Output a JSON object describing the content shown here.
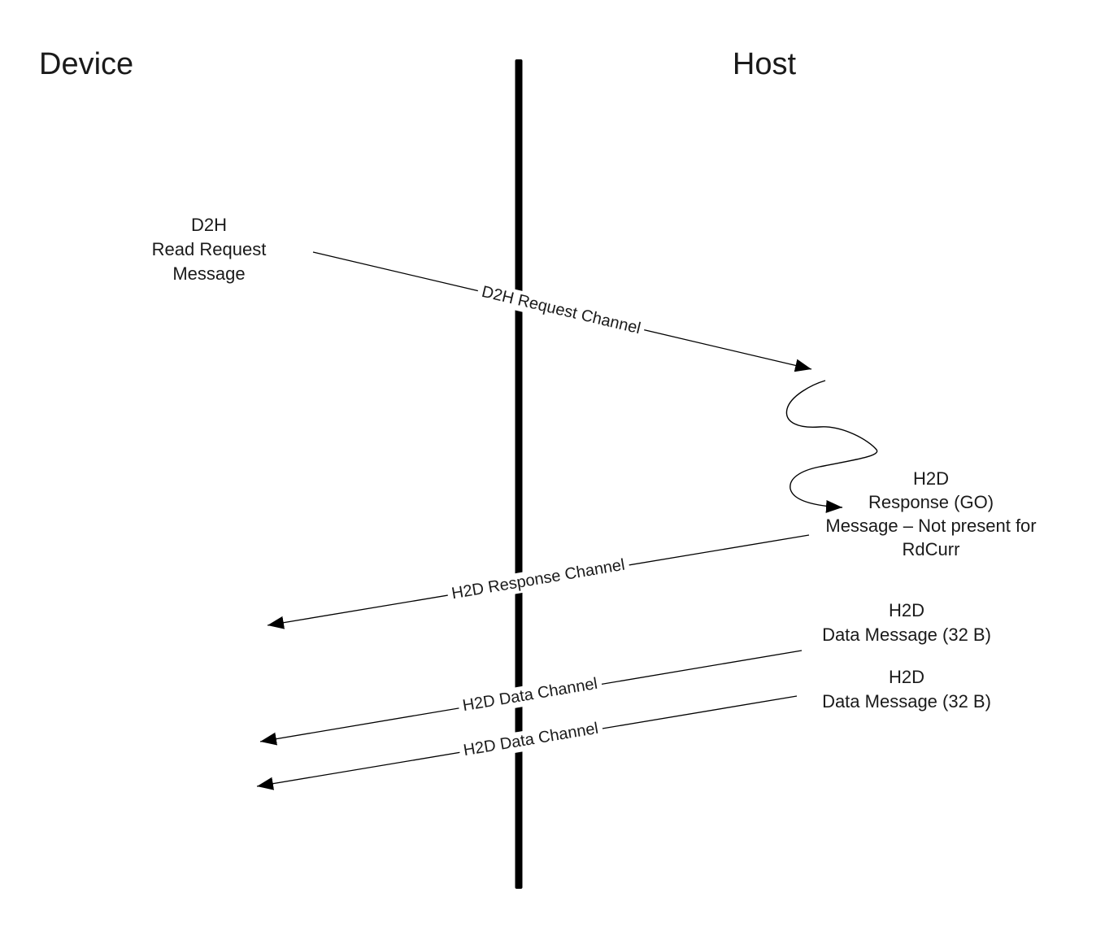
{
  "diagram": {
    "left_title": "Device",
    "right_title": "Host",
    "messages": {
      "d2h_read": {
        "line1": "D2H",
        "line2": "Read Request",
        "line3": "Message"
      },
      "h2d_response": {
        "line1": "H2D",
        "line2": "Response (GO)",
        "line3": "Message – Not present for",
        "line4": "RdCurr"
      },
      "h2d_data_1": {
        "line1": "H2D",
        "line2": "Data Message (32 B)"
      },
      "h2d_data_2": {
        "line1": "H2D",
        "line2": "Data Message (32 B)"
      }
    },
    "channel_labels": {
      "d2h_request": "D2H Request Channel",
      "h2d_response": "H2D Response Channel",
      "h2d_data_1": "H2D Data Channel",
      "h2d_data_2": "H2D Data Channel"
    },
    "colors": {
      "ink": "#000000",
      "background": "#ffffff"
    }
  }
}
